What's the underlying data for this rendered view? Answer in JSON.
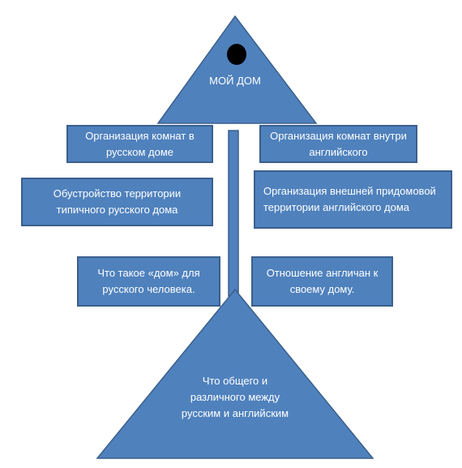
{
  "diagram": {
    "top_label": "МОЙ ДОМ",
    "bottom_label": "Что общего и различного между русским и английским",
    "boxes": [
      {
        "text": "Организация комнат в русском доме"
      },
      {
        "text": "Организация комнат внутри английского"
      },
      {
        "text": "Обустройство территории типичного русского дома"
      },
      {
        "text": "Организация внешней придомовой территории английского дома"
      },
      {
        "text": "Что такое «дом» для русского человека."
      },
      {
        "text": "Отношение англичан к своему дому."
      }
    ]
  },
  "colors": {
    "fill": "#4f81bd",
    "stroke": "#3a5f8b",
    "text": "#ffffff",
    "dot": "#000000"
  }
}
